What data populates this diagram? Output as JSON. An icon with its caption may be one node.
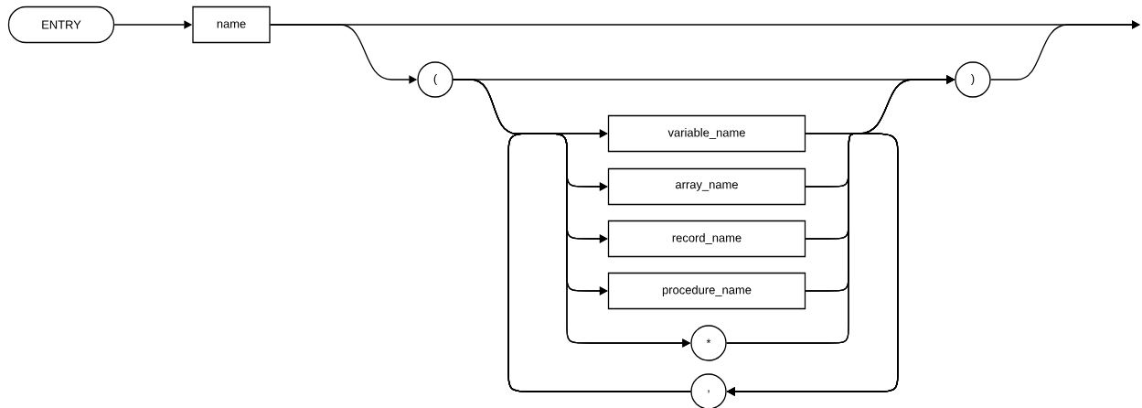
{
  "diagram": {
    "nodes": [
      {
        "text": [
          "ENTRY"
        ]
      },
      {
        "text": [
          "name"
        ]
      },
      {
        "text": [
          "("
        ]
      },
      {
        "text": [
          ")"
        ]
      },
      {
        "text": [
          "variable_name"
        ]
      },
      {
        "text": [
          "array_name"
        ]
      },
      {
        "text": [
          "record_name"
        ]
      },
      {
        "text": [
          "procedure_name"
        ]
      },
      {
        "text": [
          "*"
        ]
      },
      {
        "text": [
          ","
        ]
      }
    ],
    "edges": [
      {
        "from": 0,
        "to": 1,
        "arrow": "to"
      },
      {
        "from": 1,
        "to": null,
        "arrow": "to"
      },
      {
        "from": 1,
        "to": 2,
        "arrow": "to"
      },
      {
        "from": 2,
        "to": 3,
        "arrow": "to"
      },
      {
        "from": 2,
        "to": 4,
        "arrow": "to"
      },
      {
        "from": 2,
        "to": 5,
        "arrow": "to"
      },
      {
        "from": 2,
        "to": 6,
        "arrow": "to"
      },
      {
        "from": 2,
        "to": 7,
        "arrow": "to"
      },
      {
        "from": 2,
        "to": 8,
        "arrow": "to"
      },
      {
        "from": 4,
        "to": 3,
        "arrow": "to"
      },
      {
        "from": 5,
        "to": 3,
        "arrow": "to"
      },
      {
        "from": 6,
        "to": 3,
        "arrow": "to"
      },
      {
        "from": 7,
        "to": 3,
        "arrow": "to"
      },
      {
        "from": 8,
        "to": 3,
        "arrow": "to"
      },
      {
        "from": 4,
        "to": 9,
        "arrow": "to"
      },
      {
        "from": 5,
        "to": 9,
        "arrow": "to"
      },
      {
        "from": 6,
        "to": 9,
        "arrow": "to"
      },
      {
        "from": 7,
        "to": 9,
        "arrow": "to"
      },
      {
        "from": 8,
        "to": 9,
        "arrow": "to"
      },
      {
        "from": 9,
        "to": 4,
        "arrow": "to"
      },
      {
        "from": 9,
        "to": 5,
        "arrow": "to"
      },
      {
        "from": 9,
        "to": 6,
        "arrow": "to"
      },
      {
        "from": 9,
        "to": 7,
        "arrow": "to"
      },
      {
        "from": 9,
        "to": 8,
        "arrow": "to"
      },
      {
        "from": 3,
        "to": null,
        "arrow": "to"
      }
    ]
  }
}
